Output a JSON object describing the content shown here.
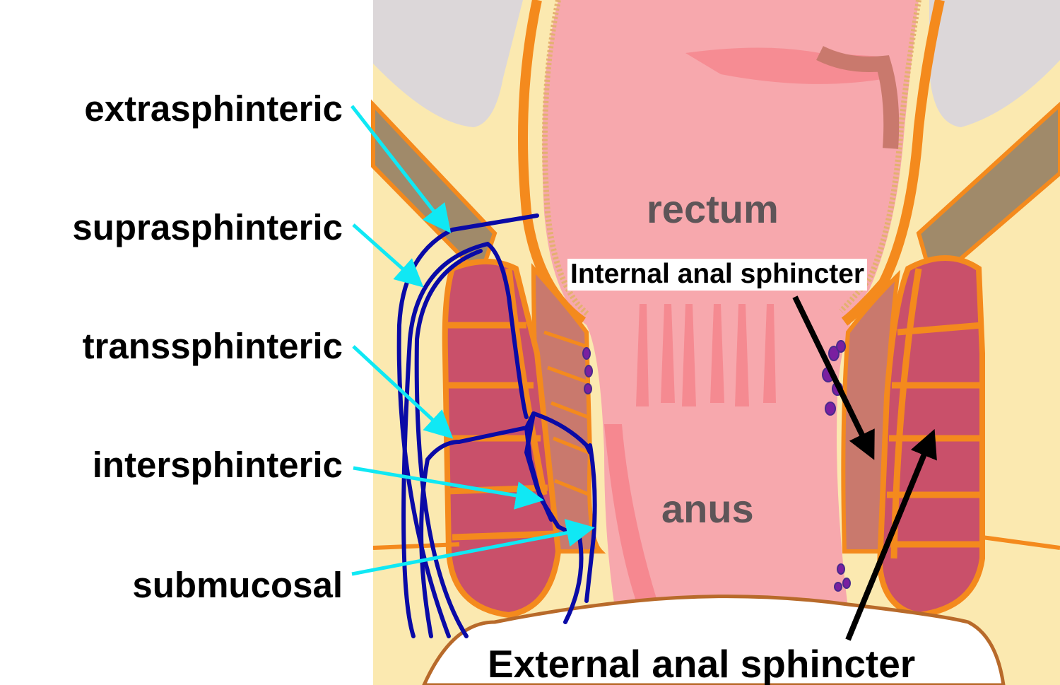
{
  "colors": {
    "skin": "#fbe9b0",
    "pelvic_bone": "#dcd7d9",
    "rectal_wall": "#f7a8ad",
    "rectal_wall_dark": "#f58088",
    "muscle_band": "#a08a6a",
    "internal_sphincter": "#c9796d",
    "external_sphincter": "#c9506a",
    "septa": "#f48a1d",
    "fistula_track": "#0a0aa6",
    "arrow_cyan": "#10e8f4",
    "arrow_black": "#000000",
    "gland": "#7a1fa0"
  },
  "labels": {
    "extrasphinteric": "extrasphinteric",
    "suprasphinteric": "suprasphinteric",
    "transsphinteric": "transsphinteric",
    "intersphinteric": "intersphinteric",
    "submucosal": "submucosal",
    "rectum": "rectum",
    "anus": "anus",
    "internal_anal_sphincter": "Internal anal sphincter",
    "external_anal_sphincter": "External anal sphincter"
  }
}
